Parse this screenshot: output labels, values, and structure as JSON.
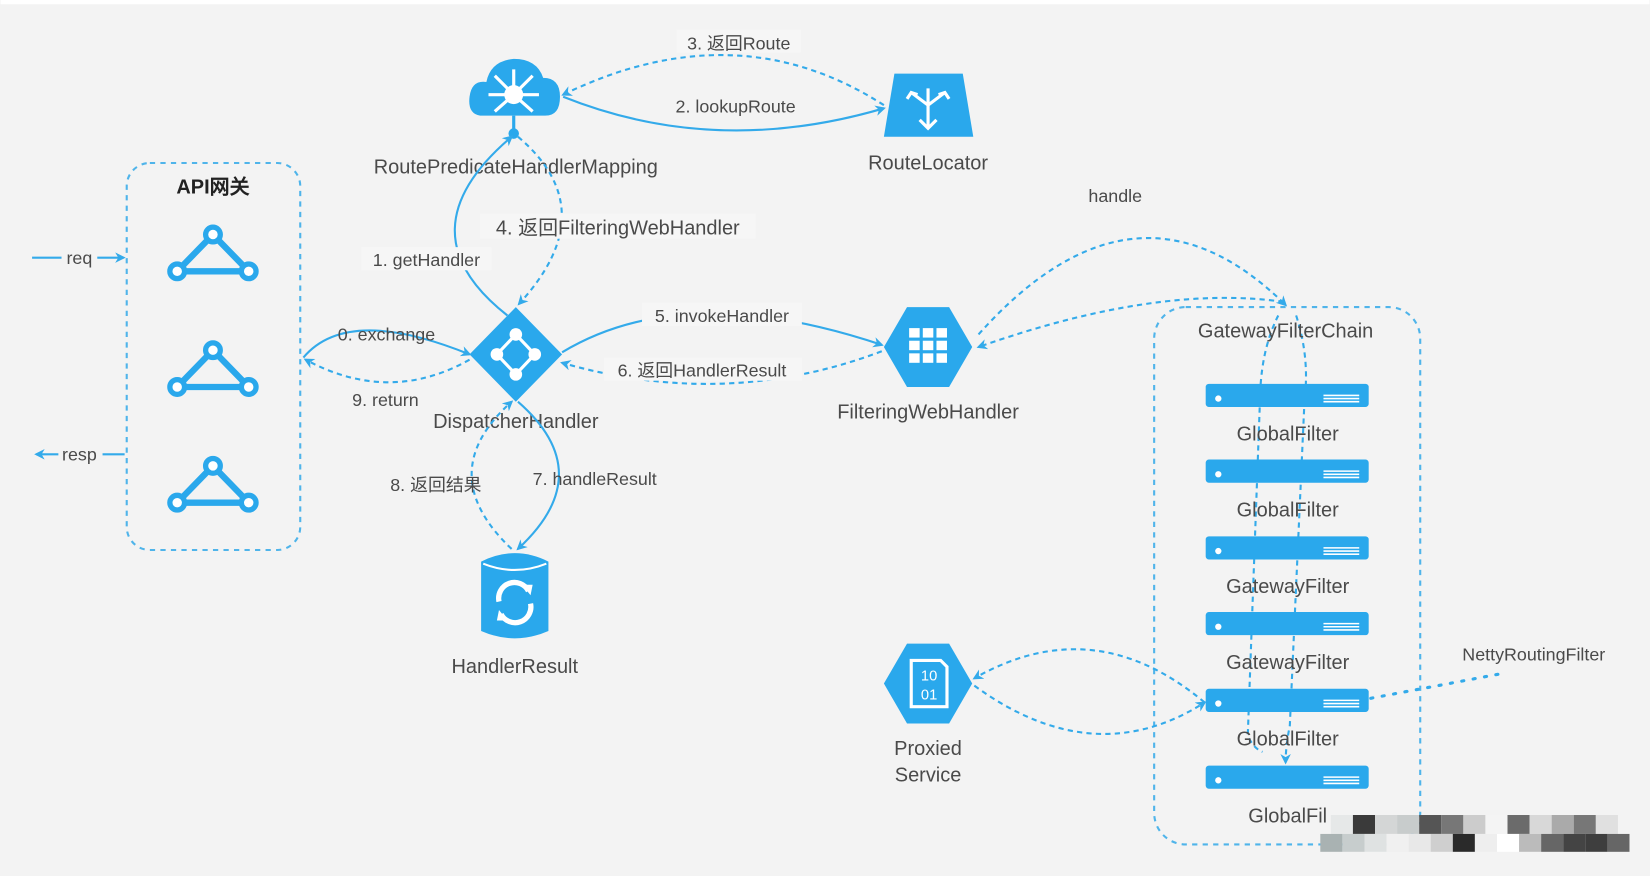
{
  "colors": {
    "accent": "#2aa8ec",
    "background": "#f3f3f3",
    "text": "#4a4a4a"
  },
  "gateway": {
    "title": "API网关",
    "req": "req",
    "resp": "resp",
    "node_icon": "triangle-network-icon"
  },
  "nodes": {
    "mapping": {
      "label": "RoutePredicateHandlerMapping",
      "icon": "cloud-hub-icon"
    },
    "locator": {
      "label": "RouteLocator",
      "icon": "route-split-icon"
    },
    "dispatcher": {
      "label": "DispatcherHandler",
      "icon": "diamond-hub-icon"
    },
    "filtering": {
      "label": "FilteringWebHandler",
      "icon": "grid-hexagon-icon"
    },
    "result": {
      "label": "HandlerResult",
      "icon": "database-refresh-icon"
    },
    "proxied": {
      "label_line1": "Proxied",
      "label_line2": "Service",
      "icon": "binary-file-icon"
    }
  },
  "edges": {
    "e0": "0. exchange",
    "e1": "1. getHandler",
    "e2": "2. lookupRoute",
    "e3": "3. 返回Route",
    "e4": "4. 返回FilteringWebHandler",
    "e5": "5. invokeHandler",
    "e6": "6. 返回HandlerResult",
    "e7": "7. handleResult",
    "e8": "8. 返回结果",
    "e9": "9. return",
    "handle": "handle"
  },
  "chain": {
    "title": "GatewayFilterChain",
    "filters": [
      "GlobalFilter",
      "GlobalFilter",
      "GatewayFilter",
      "GatewayFilter",
      "GlobalFilter",
      "GlobalFil"
    ],
    "netty": "NettyRoutingFilter"
  }
}
